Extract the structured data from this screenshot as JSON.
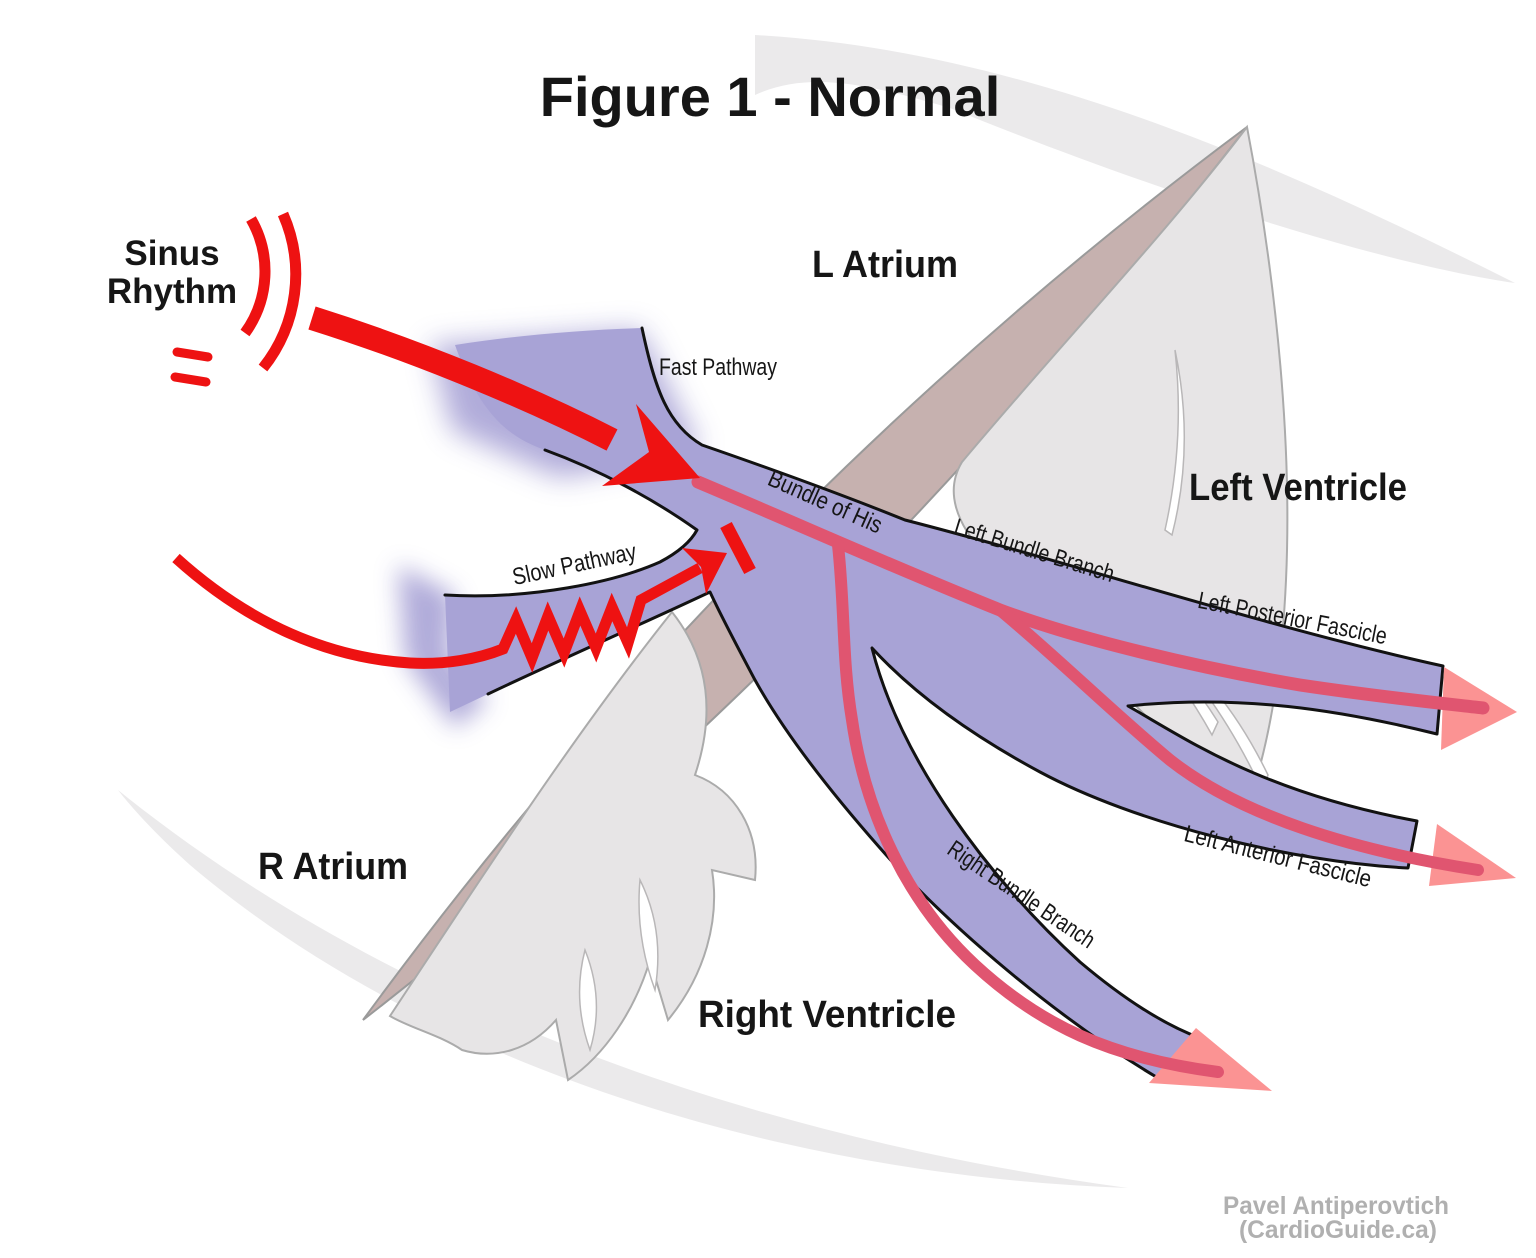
{
  "title": "Figure 1 - Normal",
  "annotations": {
    "sinus_rhythm_line1": "Sinus",
    "sinus_rhythm_line2": "Rhythm",
    "l_atrium": "L Atrium",
    "r_atrium": "R Atrium",
    "left_ventricle": "Left Ventricle",
    "right_ventricle": "Right Ventricle"
  },
  "pathway_labels": {
    "fast_pathway": "Fast Pathway",
    "slow_pathway": "Slow Pathway",
    "bundle_of_his": "Bundle of His",
    "left_bundle_branch": "Left Bundle Branch",
    "left_posterior_fascicle": "Left Posterior Fascicle",
    "left_anterior_fascicle": "Left Anterior Fascicle",
    "right_bundle_branch": "Right Bundle Branch"
  },
  "attribution": {
    "line1": "Pavel Antiperovtich",
    "line2": "(CardioGuide.ca)"
  },
  "colors": {
    "signal_red": "#ee1212",
    "conduction_pink": "#e05570",
    "arrowhead_salmon": "#fb9393",
    "conduction_purple": "#a8a3d6",
    "septum_mauve": "#c6b1af",
    "chamber_gray": "#e7e5e6",
    "ghost_gray": "#ebeaeb",
    "attribution_gray": "#b0b0b0",
    "outline_black": "#121212",
    "label_black": "#161616"
  }
}
